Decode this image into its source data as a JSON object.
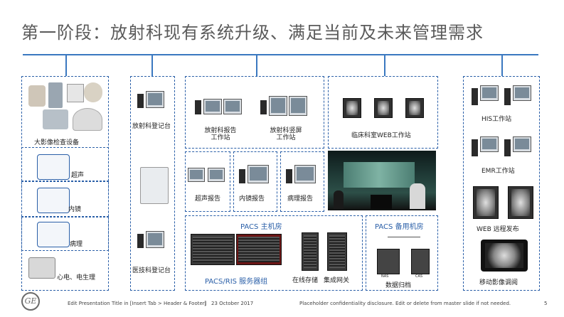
{
  "slide": {
    "title": "第一阶段：放射科现有系统升级、满足当前及未来管理需求",
    "page_number": "5"
  },
  "col1": {
    "equipment_label": "大影像检查设备",
    "ultrasound_label": "超声",
    "endoscope_label": "内镜",
    "pathology_label": "病理",
    "ecg_label": "心电、电生理"
  },
  "col2": {
    "registration_label": "放射科登记台",
    "tech_registration_label": "医技科登记台"
  },
  "col3": {
    "report_ws_label": "放射科报告\n工作站",
    "vertical_ws_label": "放射科竖屏\n工作站",
    "ultrasound_report_label": "超声报告",
    "endoscope_report_label": "内镜报告",
    "pathology_report_label": "病理报告",
    "pacs_main_room_label": "PACS 主机房",
    "pacs_ris_label": "PACS/RIS 服务器组",
    "online_storage_label": "在线存储",
    "integration_gateway_label": "集成网关"
  },
  "col4": {
    "clinical_web_label": "临床科室WEB工作站",
    "pacs_backup_room_label": "PACS 备用机房",
    "nas_label": "NAS",
    "cas_label": "CAS",
    "archive_label": "数据归档"
  },
  "col5": {
    "his_label": "HIS工作站",
    "emr_label": "EMR工作站",
    "web_publish_label": "WEB 远程发布",
    "mobile_label": "移动影像调阅"
  },
  "footer": {
    "logo_text": "GE",
    "presentation_title": "Edit Presentation Title in [Insert Tab > Header & Footer]",
    "separator": "|",
    "date": "23 October 2017",
    "disclosure": "Placeholder confidentiality disclosure. Edit or delete from master slide if not needed."
  },
  "colors": {
    "accent_blue": "#2a5fa8",
    "title_gray": "#5a5a5a"
  }
}
